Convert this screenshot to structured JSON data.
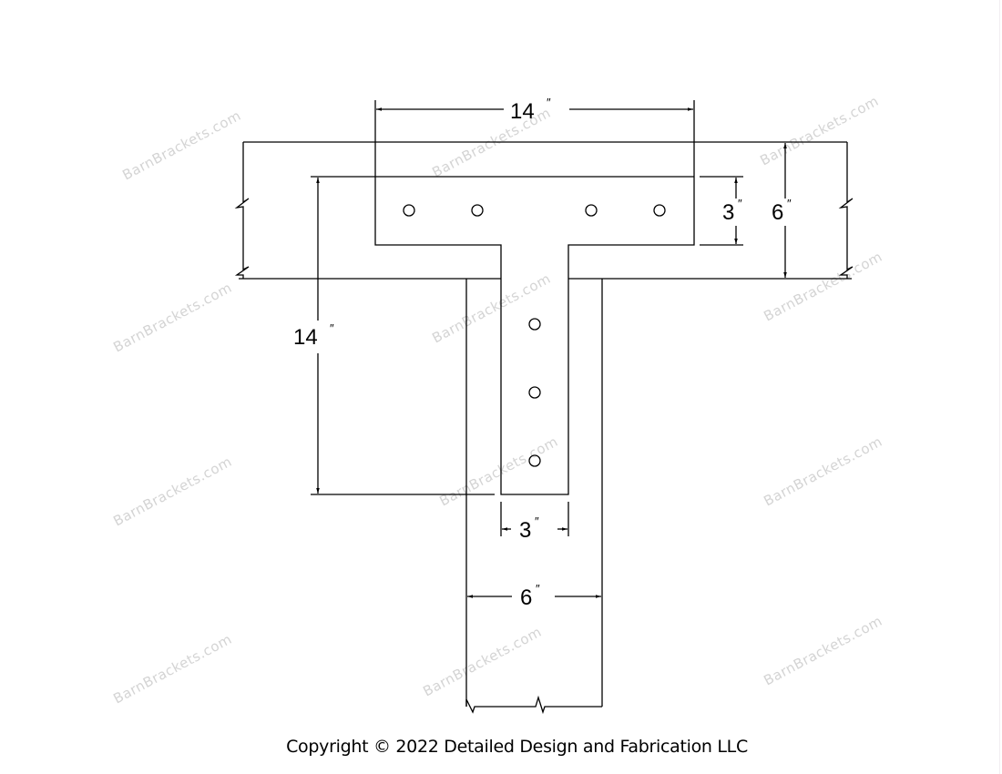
{
  "diagram": {
    "type": "T-strap bracket dimension drawing",
    "dimensions": {
      "top_width": "14",
      "beam_height": "6",
      "strap_height": "3",
      "stem_length": "14",
      "stem_width": "3",
      "post_width": "6",
      "unit_mark": "″"
    },
    "holes": {
      "horizontal_count": 4,
      "vertical_count": 3
    },
    "watermark": "BarnBrackets.com",
    "colors": {
      "line": "#000000",
      "watermark": "#d4d4d4",
      "background": "#ffffff"
    }
  },
  "footer": {
    "copyright": "Copyright © 2022 Detailed Design and Fabrication LLC"
  }
}
